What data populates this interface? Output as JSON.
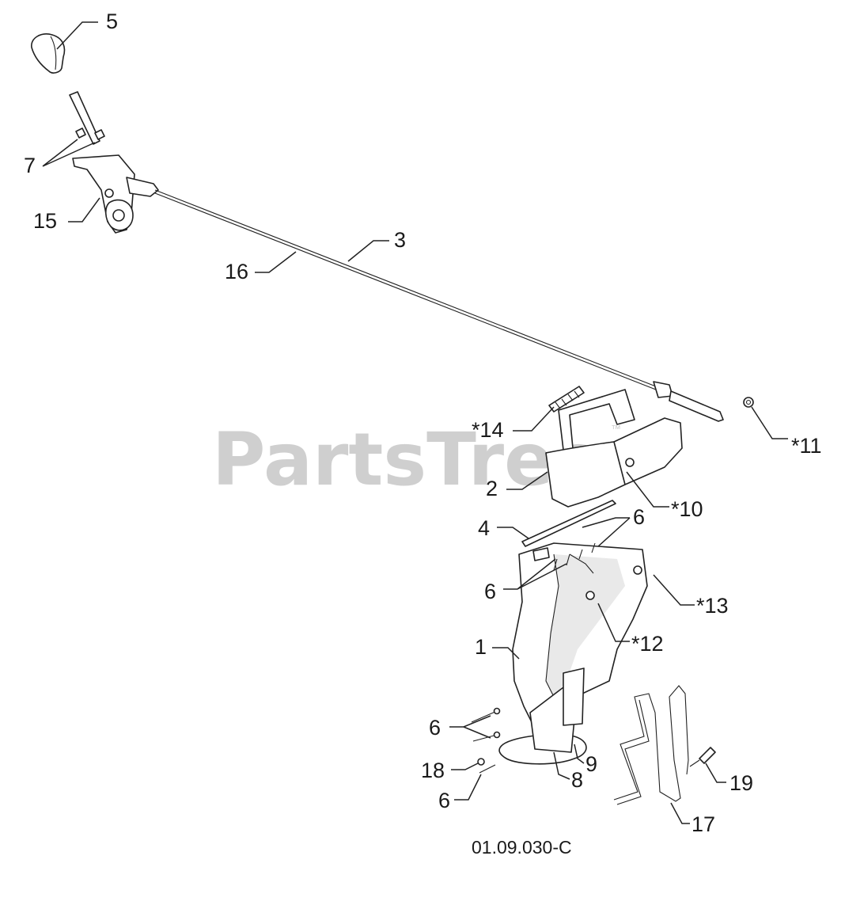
{
  "watermark": {
    "brand": "PartsTree",
    "trademark": "™"
  },
  "diagram_code": "01.09.030-C",
  "callouts": [
    {
      "id": "c5",
      "text": "5"
    },
    {
      "id": "c7",
      "text": "7"
    },
    {
      "id": "c15",
      "text": "15"
    },
    {
      "id": "c16",
      "text": "16"
    },
    {
      "id": "c3",
      "text": "3"
    },
    {
      "id": "c14",
      "text": "*14"
    },
    {
      "id": "c2",
      "text": "2"
    },
    {
      "id": "c10",
      "text": "*10"
    },
    {
      "id": "c11",
      "text": "*11"
    },
    {
      "id": "c4",
      "text": "4"
    },
    {
      "id": "c6a",
      "text": "6"
    },
    {
      "id": "c6b",
      "text": "6"
    },
    {
      "id": "c13",
      "text": "*13"
    },
    {
      "id": "c12",
      "text": "*12"
    },
    {
      "id": "c1",
      "text": "1"
    },
    {
      "id": "c6c",
      "text": "6"
    },
    {
      "id": "c18",
      "text": "18"
    },
    {
      "id": "c6d",
      "text": "6"
    },
    {
      "id": "c8",
      "text": "8"
    },
    {
      "id": "c9",
      "text": "9"
    },
    {
      "id": "c19",
      "text": "19"
    },
    {
      "id": "c17",
      "text": "17"
    }
  ]
}
